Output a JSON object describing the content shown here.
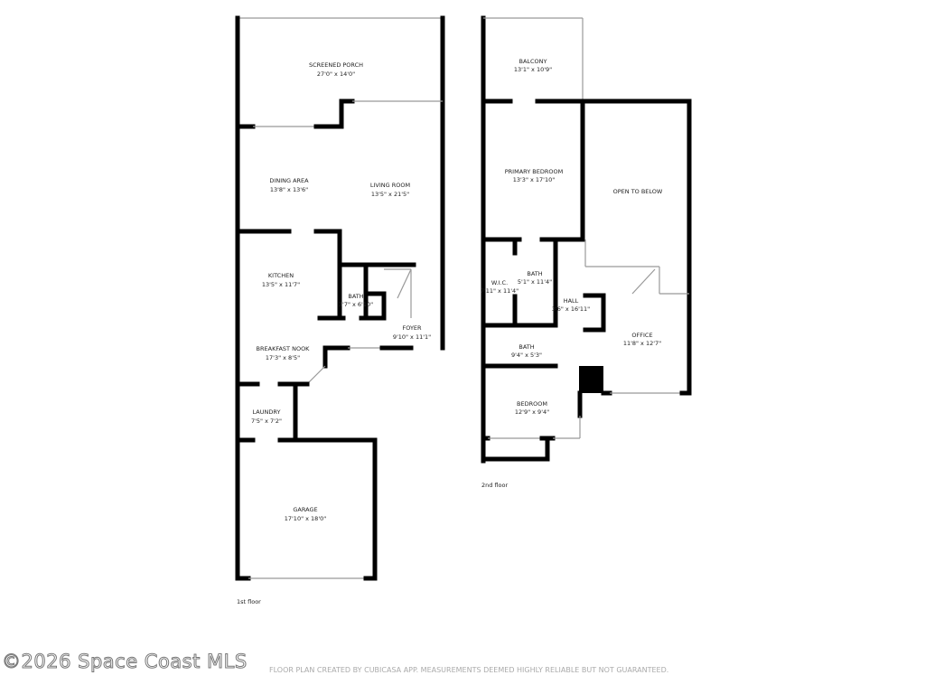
{
  "first_floor": {
    "label": "1st floor",
    "rooms": [
      {
        "name": "SCREENED PORCH",
        "size": "27'0\" x 14'0\""
      },
      {
        "name": "DINING AREA",
        "size": "13'8\" x 13'6\""
      },
      {
        "name": "LIVING ROOM",
        "size": "13'5\" x 21'5\""
      },
      {
        "name": "KITCHEN",
        "size": "13'5\" x 11'7\""
      },
      {
        "name": "BATH",
        "size": "3'7\" x 6'10\""
      },
      {
        "name": "FOYER",
        "size": "9'10\" x 11'1\""
      },
      {
        "name": "BREAKFAST NOOK",
        "size": "17'3\" x 8'5\""
      },
      {
        "name": "LAUNDRY",
        "size": "7'5\" x 7'2\""
      },
      {
        "name": "GARAGE",
        "size": "17'10\" x 18'0\""
      }
    ]
  },
  "second_floor": {
    "label": "2nd floor",
    "rooms": [
      {
        "name": "BALCONY",
        "size": "13'1\" x 10'9\""
      },
      {
        "name": "PRIMARY BEDROOM",
        "size": "13'3\" x 17'10\""
      },
      {
        "name": "OPEN TO BELOW",
        "size": ""
      },
      {
        "name": "W.I.C.",
        "size": "7'11\" x 11'4\""
      },
      {
        "name": "BATH",
        "size": "5'1\" x 11'4\""
      },
      {
        "name": "HALL",
        "size": "3'6\" x 16'11\""
      },
      {
        "name": "OFFICE",
        "size": "11'8\" x 12'7\""
      },
      {
        "name": "BATH",
        "size": "9'4\" x 5'3\""
      },
      {
        "name": "BEDROOM",
        "size": "12'9\" x 9'4\""
      }
    ]
  },
  "watermark": "©2026 Space Coast MLS",
  "disclaimer": "FLOOR PLAN CREATED BY CUBICASA APP. MEASUREMENTS DEEMED HIGHLY RELIABLE BUT NOT GUARANTEED."
}
